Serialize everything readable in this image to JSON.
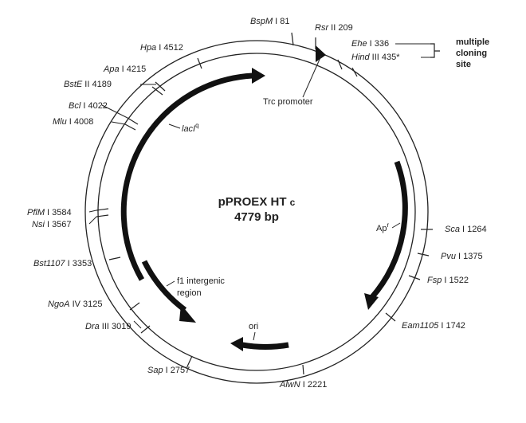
{
  "plasmid": {
    "name_main": "pPROEX HT",
    "name_suffix": "c",
    "size": "4779 bp"
  },
  "sites": [
    {
      "name": "BspM",
      "roman": "I",
      "pos": "81"
    },
    {
      "name": "Rsr",
      "roman": "II",
      "pos": "209"
    },
    {
      "name": "Ehe",
      "roman": "I",
      "pos": "336"
    },
    {
      "name": "Hind",
      "roman": "III",
      "pos": "435*"
    },
    {
      "name": "Sca",
      "roman": "I",
      "pos": "1264"
    },
    {
      "name": "Pvu",
      "roman": "I",
      "pos": "1375"
    },
    {
      "name": "Fsp",
      "roman": "I",
      "pos": "1522"
    },
    {
      "name": "Eam1105",
      "roman": "I",
      "pos": "1742"
    },
    {
      "name": "AlwN",
      "roman": "I",
      "pos": "2221"
    },
    {
      "name": "Sap",
      "roman": "I",
      "pos": "2757"
    },
    {
      "name": "Dra",
      "roman": "III",
      "pos": "3019"
    },
    {
      "name": "NgoA",
      "roman": "IV",
      "pos": "3125"
    },
    {
      "name": "Bst1107",
      "roman": "I",
      "pos": "3353"
    },
    {
      "name": "Nsi",
      "roman": "I",
      "pos": "3567"
    },
    {
      "name": "PflM",
      "roman": "I",
      "pos": "3584"
    },
    {
      "name": "Mlu",
      "roman": "I",
      "pos": "4008"
    },
    {
      "name": "Bcl",
      "roman": "I",
      "pos": "4022"
    },
    {
      "name": "BstE",
      "roman": "II",
      "pos": "4189"
    },
    {
      "name": "Apa",
      "roman": "I",
      "pos": "4215"
    },
    {
      "name": "Hpa",
      "roman": "I",
      "pos": "4512"
    }
  ],
  "features": {
    "trc": "Trc promoter",
    "lacIq_base": "lacI",
    "lacIq_sup": "q",
    "apr_base": "Ap",
    "apr_sup": "r",
    "f1_line1": "f1 intergenic",
    "f1_line2": "region",
    "ori": "ori"
  },
  "mcs_label": [
    "multiple",
    "cloning",
    "site"
  ]
}
